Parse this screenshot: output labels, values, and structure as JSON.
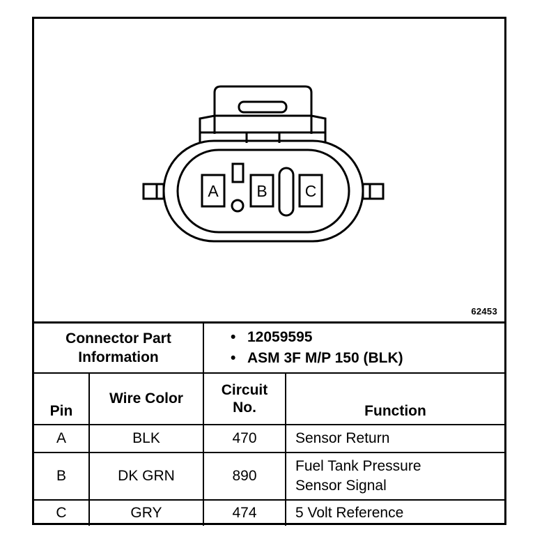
{
  "diagram": {
    "figure_id": "62453",
    "pins": [
      "A",
      "B",
      "C"
    ]
  },
  "connector_info": {
    "label_line1": "Connector Part",
    "label_line2": "Information",
    "bullet": "•",
    "items": [
      "12059595",
      "ASM 3F M/P 150 (BLK)"
    ]
  },
  "table": {
    "headers": {
      "pin": "Pin",
      "wire_color": "Wire Color",
      "circuit_line1": "Circuit",
      "circuit_line2": "No.",
      "function": "Function"
    },
    "rows": [
      {
        "pin": "A",
        "wire_color": "BLK",
        "circuit": "470",
        "function_line1": "Sensor Return",
        "function_line2": ""
      },
      {
        "pin": "B",
        "wire_color": "DK GRN",
        "circuit": "890",
        "function_line1": "Fuel Tank Pressure",
        "function_line2": "Sensor Signal"
      },
      {
        "pin": "C",
        "wire_color": "GRY",
        "circuit": "474",
        "function_line1": "5 Volt Reference",
        "function_line2": ""
      }
    ]
  }
}
